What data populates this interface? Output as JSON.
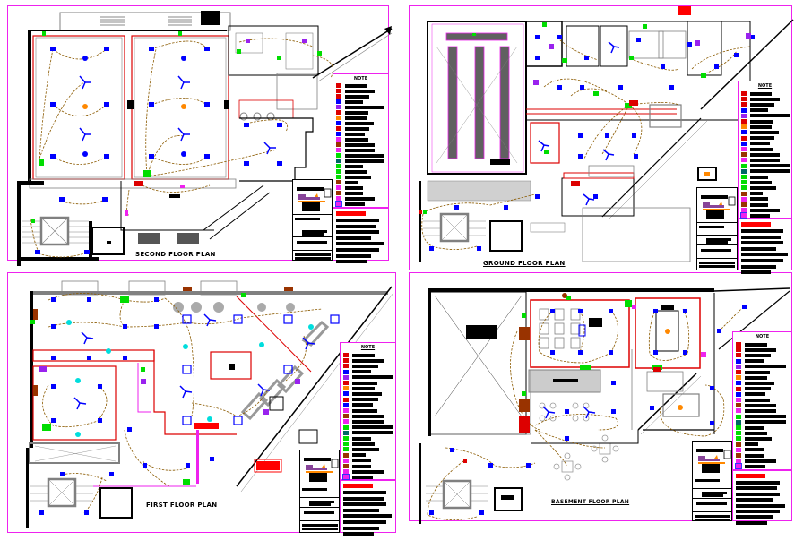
{
  "sheet": {
    "type": "CAD electrical layout drawing",
    "frame_color": "#ee22ee"
  },
  "colors": {
    "wall": "#000000",
    "wall_gray": "#808080",
    "conduit": "#8b5a00",
    "light_point": "#0000ff",
    "switch": "#00dd00",
    "fan": "#0000ff",
    "red_outline": "#dd0000",
    "magenta": "#ee22ee",
    "cyan_fixture": "#00dddd",
    "purple": "#9922ee",
    "orange": "#ff8800",
    "brown": "#993300"
  },
  "plans": [
    {
      "id": "second-floor",
      "title": "SECOND FLOOR PLAN",
      "legend_heading": "NOTE"
    },
    {
      "id": "ground-floor",
      "title": "GROUND FLOOR PLAN",
      "legend_heading": "NOTE"
    },
    {
      "id": "first-floor",
      "title": "FIRST FLOOR PLAN",
      "legend_heading": "NOTE"
    },
    {
      "id": "basement-floor",
      "title": "BASEMENT FLOOR PLAN",
      "legend_heading": "NOTE"
    }
  ],
  "legend_symbols": [
    {
      "icon": "socket-red-icon",
      "color": "#dd0000",
      "desc_len": 0.55
    },
    {
      "icon": "socket-red-2-icon",
      "color": "#dd0000",
      "desc_len": 0.75
    },
    {
      "icon": "switch-red-icon",
      "color": "#dd0000",
      "desc_len": 0.62
    },
    {
      "icon": "light-blue-icon",
      "color": "#0000ff",
      "desc_len": 0.45
    },
    {
      "icon": "purple-box-icon",
      "color": "#9922ee",
      "desc_len": 1.0
    },
    {
      "icon": "red-small-icon",
      "color": "#dd0000",
      "desc_len": 0.6
    },
    {
      "icon": "orange-light-icon",
      "color": "#ff8800",
      "desc_len": 0.55
    },
    {
      "icon": "blue-fixture-icon",
      "color": "#0000ff",
      "desc_len": 0.72
    },
    {
      "icon": "red-circle-icon",
      "color": "#dd0000",
      "desc_len": 0.62
    },
    {
      "icon": "blue-square-icon",
      "color": "#0000ff",
      "desc_len": 0.5
    },
    {
      "icon": "magenta-flag-icon",
      "color": "#ee22ee",
      "desc_len": 0.6
    },
    {
      "icon": "brown-flag-icon",
      "color": "#993300",
      "desc_len": 0.75
    },
    {
      "icon": "magenta-dash-icon",
      "color": "#ee22ee",
      "desc_len": 0.75
    },
    {
      "icon": "green-flag-icon",
      "color": "#00dd00",
      "desc_len": 1.0
    },
    {
      "icon": "teal-flag-icon",
      "color": "#006666",
      "desc_len": 1.0
    },
    {
      "icon": "green-switch-icon",
      "color": "#00dd00",
      "desc_len": 0.45
    },
    {
      "icon": "green-switch-2-icon",
      "color": "#00dd00",
      "desc_len": 0.55
    },
    {
      "icon": "green-plug-icon",
      "color": "#00dd00",
      "desc_len": 0.65
    },
    {
      "icon": "brown-bell-icon",
      "color": "#993300",
      "desc_len": 0.32
    },
    {
      "icon": "magenta-small-icon",
      "color": "#ee22ee",
      "desc_len": 0.45
    },
    {
      "icon": "brown-tap-icon",
      "color": "#993300",
      "desc_len": 0.45
    },
    {
      "icon": "magenta-bar-icon",
      "color": "#ee22ee",
      "desc_len": 0.75
    },
    {
      "icon": "db-box-icon",
      "color": "#3333ff",
      "desc_len": 0.5
    }
  ],
  "notes_lines": [
    0.85,
    0.8,
    0.85,
    0.7,
    0.95,
    0.85,
    0.7,
    0.6
  ],
  "title_block": {
    "logo_colors": [
      "#884499",
      "#ff8800",
      "#000000"
    ]
  }
}
